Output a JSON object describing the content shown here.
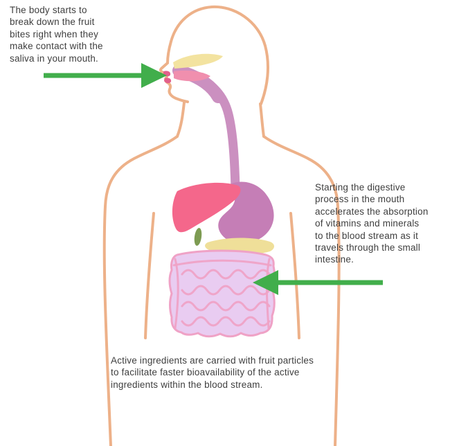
{
  "colors": {
    "background": "#ffffff",
    "body_outline": "#edb189",
    "esophagus": "#cb90c0",
    "stomach": "#c57eb6",
    "liver": "#f4678b",
    "palate": "#f3e3a0",
    "tongue": "#f08fae",
    "lips": "#e2608b",
    "gallbladder": "#7d9b52",
    "pancreas": "#efdf99",
    "intestine_fill": "#e9ccf1",
    "intestine_line": "#efa2c6",
    "arrow": "#41ae4b",
    "text": "#3e3e3e"
  },
  "icons": {
    "mouth_arrow": "arrow-right-icon",
    "intestine_arrow": "arrow-left-icon"
  },
  "annotations": {
    "mouth_note": "The body starts to\nbreak down the fruit\nbites right when they\nmake contact with the\nsaliva in your mouth.",
    "intestine_note": "Starting the digestive\nprocess in the mouth\naccelerates the absorption\nof vitamins and minerals\nto the blood stream as it\ntravels through the small\nintestine.",
    "bloodstream_note": "Active ingredients are carried with fruit particles\nto facilitate faster bioavailability of the active\ningredients within the blood stream."
  }
}
